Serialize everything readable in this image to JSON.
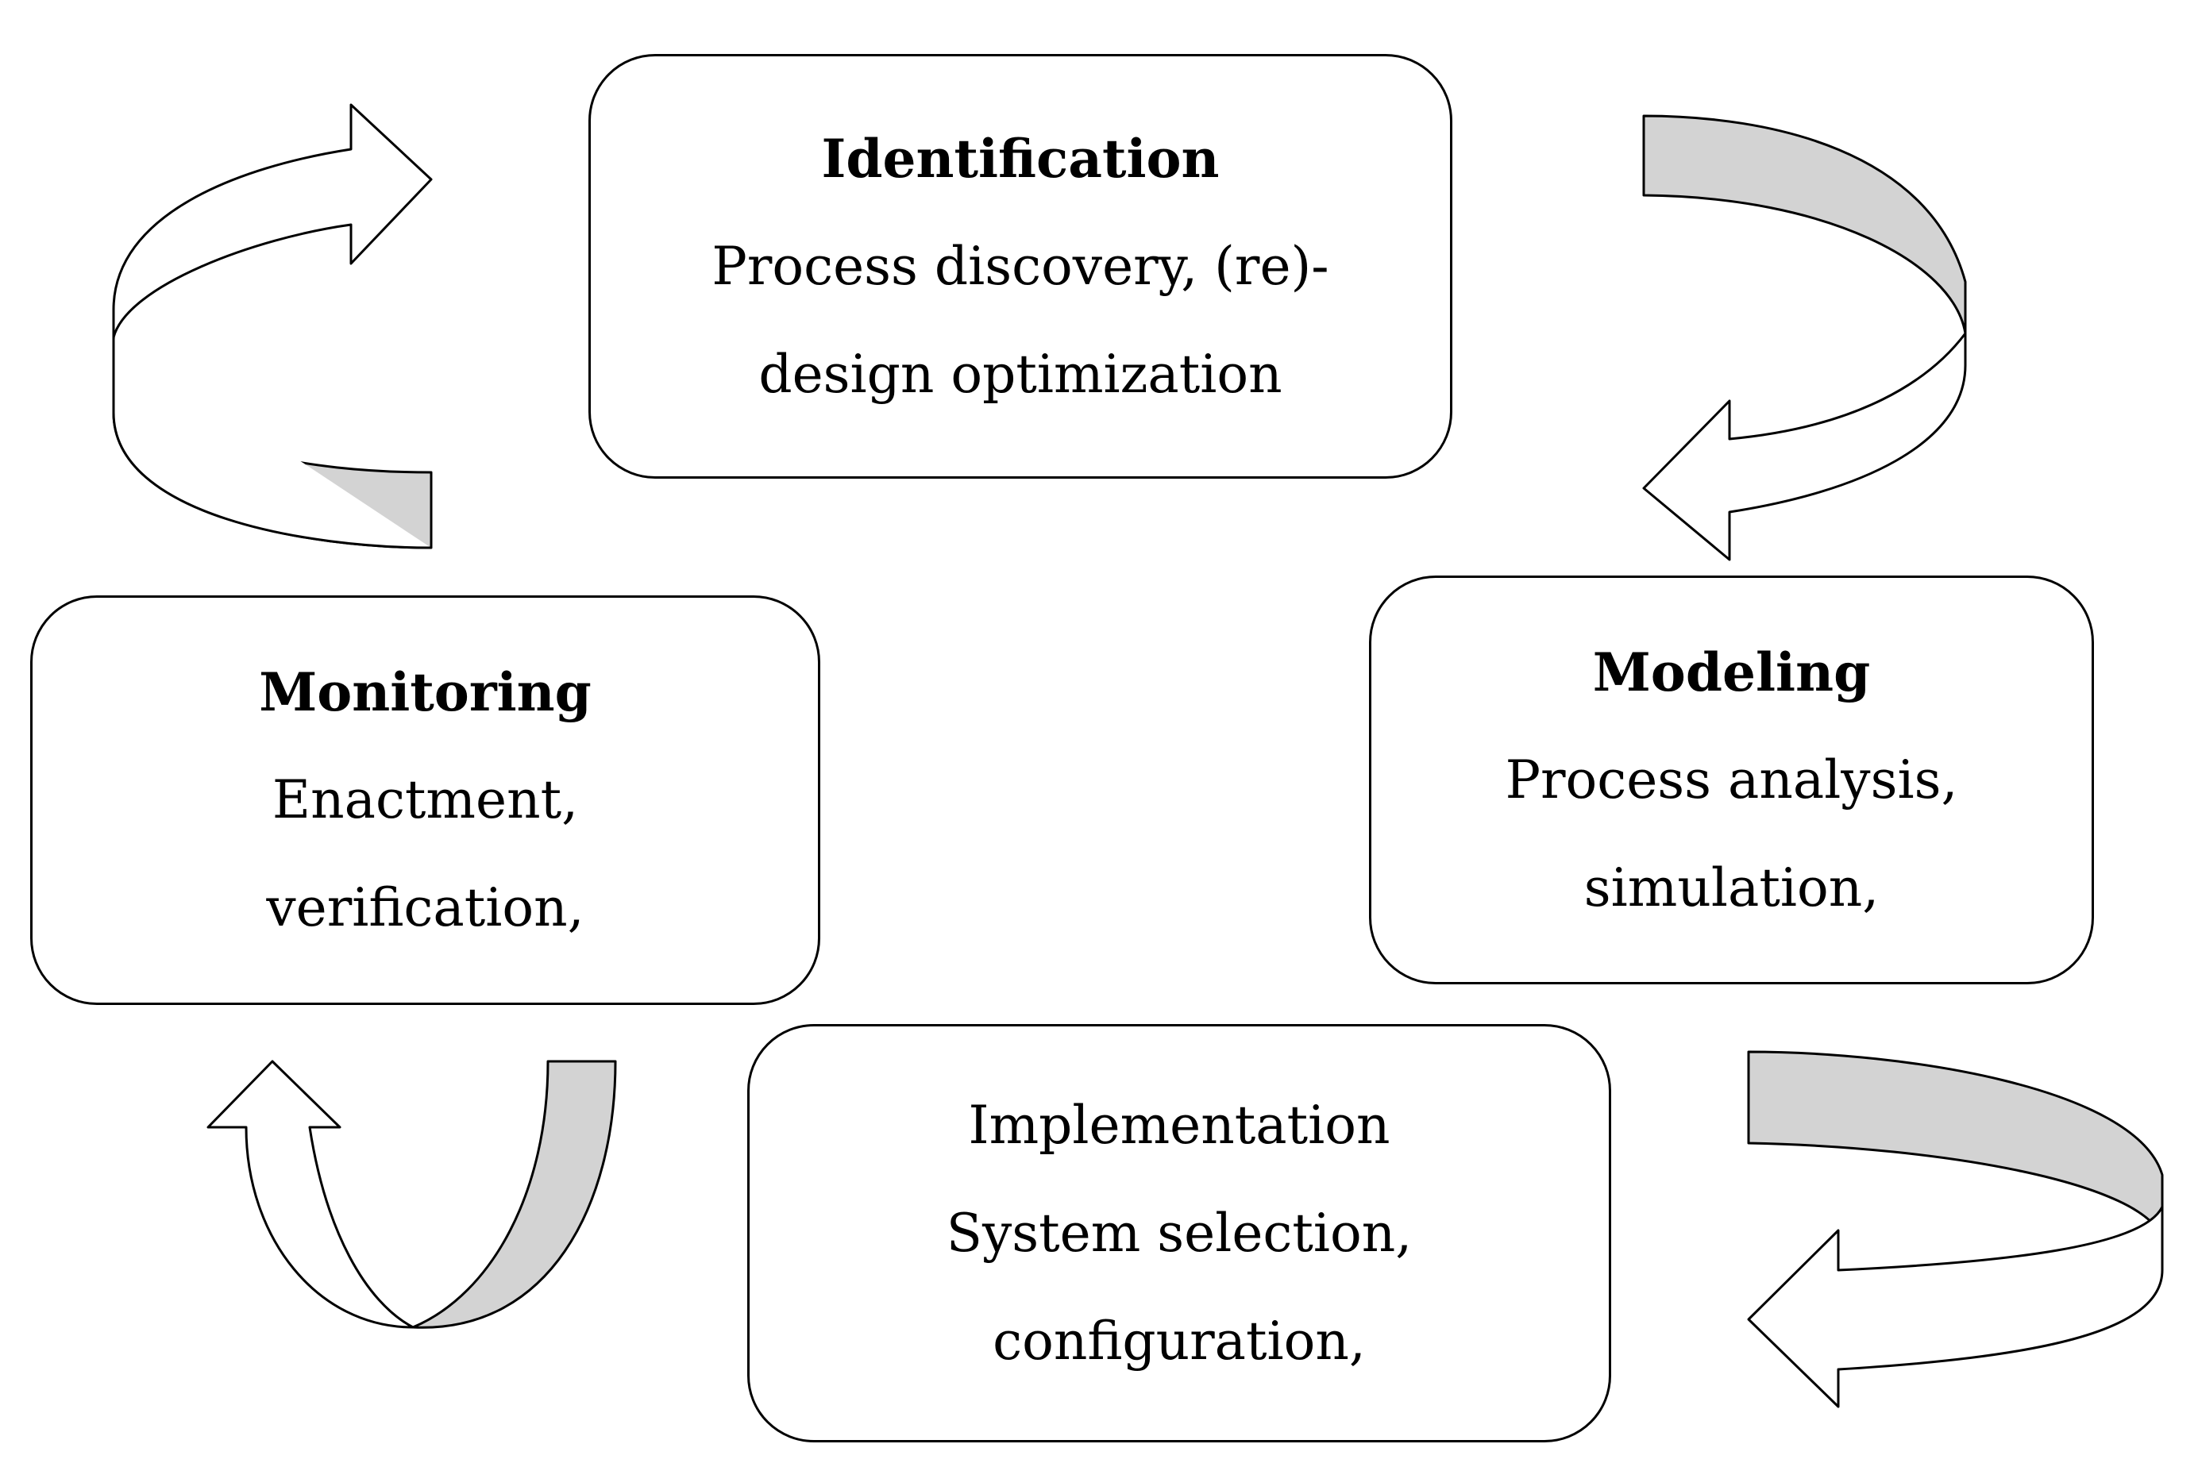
{
  "diagram": {
    "stroke_color": "#000000",
    "arrow_shade_color": "#d3d3d3",
    "background_color": "#ffffff",
    "stages": {
      "identification": {
        "title": "Identification",
        "lines": [
          "Process discovery, (re)-",
          "design optimization"
        ]
      },
      "modeling": {
        "title": "Modeling",
        "lines": [
          "Process analysis,",
          "simulation,"
        ]
      },
      "implementation": {
        "title": "Implementation",
        "lines": [
          "System selection,",
          "configuration,"
        ]
      },
      "monitoring": {
        "title": "Monitoring",
        "lines": [
          "Enactment,",
          "verification,"
        ]
      }
    },
    "arrows": [
      {
        "from": "monitoring",
        "to": "identification",
        "icon": "curved-arrow-icon"
      },
      {
        "from": "identification",
        "to": "modeling",
        "icon": "curved-arrow-icon"
      },
      {
        "from": "modeling",
        "to": "implementation",
        "icon": "curved-arrow-icon"
      },
      {
        "from": "implementation",
        "to": "monitoring",
        "icon": "curved-arrow-icon"
      }
    ]
  }
}
